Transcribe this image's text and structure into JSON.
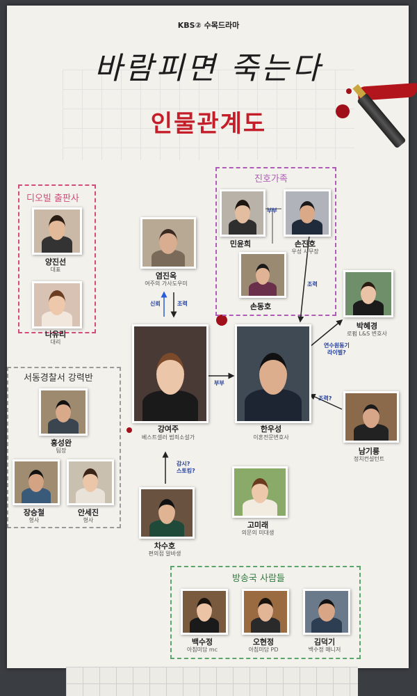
{
  "header": {
    "broadcaster": "KBS② 수목드라마",
    "title": "바람피면 죽는다",
    "subtitle": "인물관계도"
  },
  "groups": {
    "devil": "디오빌 출판사",
    "jinho": "진호가족",
    "police": "서동경찰서 강력반",
    "broadcast": "방송국 사람들"
  },
  "people": {
    "yangjinseon": {
      "name": "양진선",
      "role": "대표"
    },
    "nayuri": {
      "name": "나유리",
      "role": "대리"
    },
    "yeomjinok": {
      "name": "염진옥",
      "role": "여주의 가사도우미"
    },
    "minyunhee": {
      "name": "민윤희",
      "role": ""
    },
    "sonjinho": {
      "name": "손진호",
      "role": "우성 사무장"
    },
    "sondongho": {
      "name": "손동호",
      "role": ""
    },
    "parkhyekyung": {
      "name": "박혜경",
      "role": "로펌 L&S 변호사"
    },
    "kangyeoju": {
      "name": "강여주",
      "role": "베스트셀러 범죄소설가"
    },
    "hanwooseong": {
      "name": "한우성",
      "role": "이혼전문변호사"
    },
    "namgiryong": {
      "name": "남기룡",
      "role": "정치컨설턴트"
    },
    "hongseongwan": {
      "name": "홍성완",
      "role": "팀장"
    },
    "jangseungcheol": {
      "name": "장승철",
      "role": "형사"
    },
    "anseji": {
      "name": "안세진",
      "role": "형사"
    },
    "chasuho": {
      "name": "차수호",
      "role": "편의점 알바생"
    },
    "gomirae": {
      "name": "고미래",
      "role": "의문의 미대생"
    },
    "baeksujeong": {
      "name": "백수정",
      "role": "아침미담 mc"
    },
    "ohyeonjeong": {
      "name": "오현정",
      "role": "아침미담 PD"
    },
    "kimdeokgi": {
      "name": "김덕기",
      "role": "백수정 매니저"
    }
  },
  "relations": {
    "trust": "신뢰",
    "help1": "조력",
    "spouse1": "부부",
    "help2": "조력",
    "rival": "연수원동기\n라이벌?",
    "spouse2": "부부",
    "help3": "조력?",
    "watch": "감시?\n스토킹?"
  },
  "colors": {
    "accent_red": "#c41e2a",
    "relation_blue": "#2340a0",
    "arrow_blue": "#2a5bd8"
  }
}
